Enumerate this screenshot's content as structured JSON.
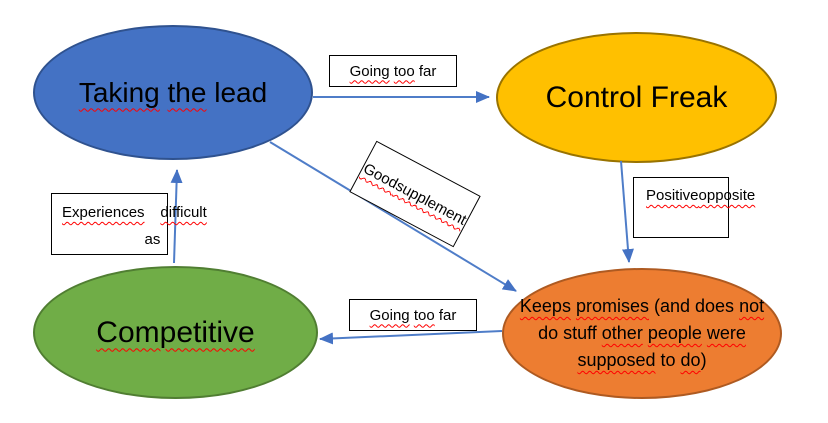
{
  "diagram": {
    "background": "#ffffff",
    "nodes": {
      "taking_the_lead": {
        "label": "Taking the lead",
        "fill": "#4472C4",
        "border": "#2F528F",
        "segments": [
          {
            "t": "Taking",
            "w": true
          },
          {
            "t": " "
          },
          {
            "t": "the",
            "w": true
          },
          {
            "t": " lead"
          }
        ]
      },
      "control_freak": {
        "label": "Control Freak",
        "fill": "#FFC000",
        "border": "#997300"
      },
      "competitive": {
        "label": "Competitive",
        "fill": "#70AD47",
        "border": "#507E32",
        "segments": [
          {
            "t": "Competitive",
            "w": true
          }
        ]
      },
      "keeps_promises": {
        "label": "Keeps promises (and does not do stuff other people were supposed to do)",
        "fill": "#ED7D31",
        "border": "#AE5A21",
        "segments": [
          {
            "t": "Keeps",
            "w": true
          },
          {
            "t": " "
          },
          {
            "t": "promises",
            "w": true
          },
          {
            "t": " (and does "
          },
          {
            "t": "not",
            "w": true
          },
          {
            "t": "\n"
          },
          {
            "t": "do stuff "
          },
          {
            "t": "other",
            "w": true
          },
          {
            "t": " "
          },
          {
            "t": "people",
            "w": true
          },
          {
            "t": " "
          },
          {
            "t": "were",
            "w": true
          },
          {
            "t": "\n"
          },
          {
            "t": "supposed",
            "w": true
          },
          {
            "t": " to "
          },
          {
            "t": "do",
            "w": true
          },
          {
            "t": ")"
          }
        ]
      }
    },
    "edge_labels": {
      "going_too_far_top": {
        "label": "Going too far",
        "segments": [
          {
            "t": "Going",
            "w": true
          },
          {
            "t": " "
          },
          {
            "t": "too",
            "w": true
          },
          {
            "t": " far"
          }
        ]
      },
      "good_supplement": {
        "label": "Good supplement",
        "segments": [
          {
            "t": "Good",
            "w": true
          },
          {
            "t": "\n"
          },
          {
            "t": "supplement",
            "w": true
          }
        ]
      },
      "positive_opposite": {
        "label": "Positive opposite",
        "segments": [
          {
            "t": "Positive",
            "w": true
          },
          {
            "t": "\n"
          },
          {
            "t": "opposite",
            "w": true
          }
        ]
      },
      "experiences_as_difficult": {
        "label": "Experiences as difficult",
        "segments": [
          {
            "t": "Experiences",
            "w": true
          },
          {
            "t": "\nas "
          },
          {
            "t": "difficult",
            "w": true
          }
        ]
      },
      "going_too_far_bottom": {
        "label": "Going too far",
        "segments": [
          {
            "t": "Going",
            "w": true
          },
          {
            "t": " "
          },
          {
            "t": "too",
            "w": true
          },
          {
            "t": " far"
          }
        ]
      }
    },
    "edges": [
      {
        "from": "Taking the lead",
        "to": "Control Freak",
        "label": "Going too far"
      },
      {
        "from": "Taking the lead",
        "to": "Keeps promises",
        "label": "Good supplement"
      },
      {
        "from": "Control Freak",
        "to": "Keeps promises",
        "label": "Positive opposite"
      },
      {
        "from": "Keeps promises",
        "to": "Competitive",
        "label": "Going too far"
      },
      {
        "from": "Competitive",
        "to": "Taking the lead",
        "label": "Experiences as difficult"
      }
    ],
    "palette": {
      "connector": "#4f7dc8",
      "arrowhead": "#4472C4",
      "label_box_border": "#000000",
      "label_box_fill": "#ffffff",
      "spellcheck_squiggle": "#ff0000",
      "node_text": "#000000"
    }
  }
}
